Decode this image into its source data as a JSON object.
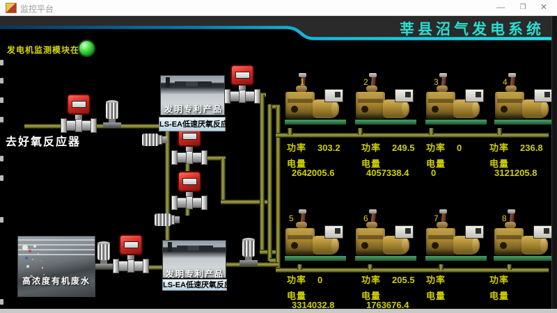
{
  "window": {
    "title": "监控平台",
    "minimize": "—",
    "maximize": "❐",
    "close": "✕"
  },
  "header": {
    "system_title": "莘县沼气发电系统"
  },
  "status": {
    "label": "发电机监测模块在线"
  },
  "process": {
    "to_aerobic_label": "去好氧反应器",
    "patent_label": "发明专利产品",
    "reactor_label": "LS-EA低速厌氧反应器",
    "wastewater_label": "高浓度有机废水"
  },
  "readings": {
    "power_label": "功率",
    "energy_label": "电量"
  },
  "generators": [
    {
      "no": "1",
      "power": "303.2",
      "energy": "2642005.6"
    },
    {
      "no": "2",
      "power": "249.5",
      "energy": "4057338.4"
    },
    {
      "no": "3",
      "power": "0",
      "energy": "0"
    },
    {
      "no": "4",
      "power": "236.8",
      "energy": "3121205.8"
    },
    {
      "no": "5",
      "power": "0",
      "energy": "3314032.8"
    },
    {
      "no": "6",
      "power": "205.5",
      "energy": "1763676.4"
    },
    {
      "no": "7",
      "power": "",
      "energy": ""
    },
    {
      "no": "8",
      "power": "",
      "energy": ""
    }
  ],
  "colors": {
    "accent": "#29dfd0",
    "indicator_green": "#3ad23a",
    "pipe_olive": "#8f8f3e",
    "text_yellow": "#d0d000"
  }
}
